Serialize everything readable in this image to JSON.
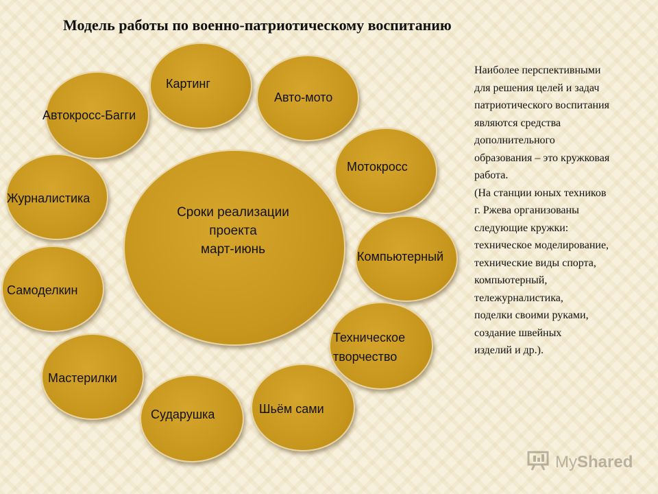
{
  "title": "Модель работы по военно-патриотическому воспитанию",
  "center": {
    "lines": [
      "Сроки реализации",
      "проекта",
      "март-июнь"
    ]
  },
  "bubbles": [
    {
      "label": "Картинг"
    },
    {
      "label": "Авто-мото"
    },
    {
      "label": "Автокросс-Багги"
    },
    {
      "label": "Мотокросс"
    },
    {
      "label": "Журналистика"
    },
    {
      "label": "Компьютерный"
    },
    {
      "label": "Самоделкин"
    },
    {
      "label": "Техническое"
    },
    {
      "label": "творчество"
    },
    {
      "label": "Мастерилки"
    },
    {
      "label": "Шьём сами"
    },
    {
      "label": "Сударушка"
    }
  ],
  "side_text": [
    "Наиболее перспективными",
    "для решения целей и задач",
    "патриотического воспитания",
    "являются средства",
    "дополнительного",
    "образования – это кружковая",
    "работа.",
    "(На станции юных техников",
    "г. Ржева организованы",
    "следующие кружки:",
    "техническое моделирование,",
    "технические виды спорта,",
    "компьютерный,",
    "тележурналистика,",
    "поделки своими руками,",
    "создание швейных",
    "изделий и др.)."
  ],
  "watermark": {
    "prefix": "My",
    "suffix": "Shared",
    "icon": "presentation-icon"
  },
  "colors": {
    "bubble": "#c8971e",
    "background": "#f7f0dc"
  }
}
